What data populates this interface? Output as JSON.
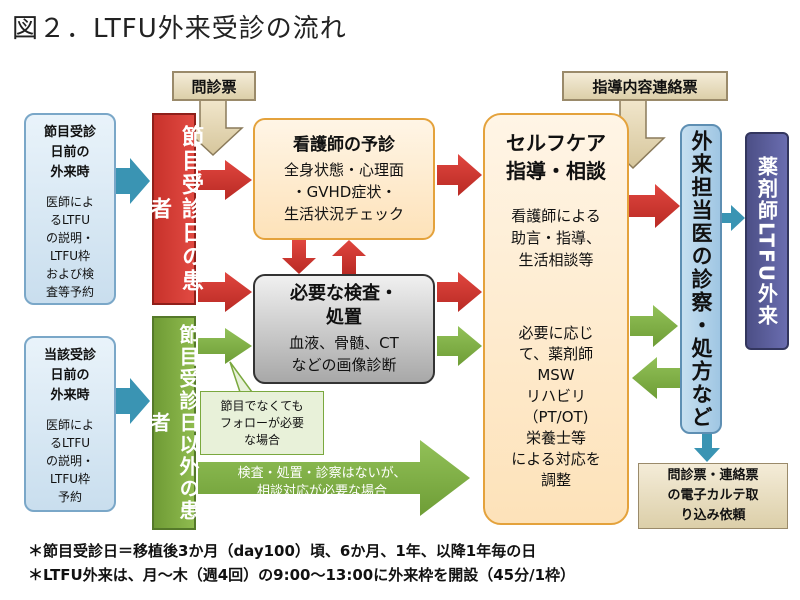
{
  "title": "図２．LTFU外来受診の流れ",
  "left_top": {
    "head": [
      "節目受診",
      "日前の",
      "外来時"
    ],
    "body": [
      "医師によ",
      "るLTFU",
      "の説明・",
      "LTFU枠",
      "および検",
      "査等予約"
    ]
  },
  "left_bottom": {
    "head": [
      "当該受診",
      "日前の",
      "外来時"
    ],
    "body": [
      "医師によ",
      "るLTFU",
      "の説明・",
      "LTFU枠",
      "予約"
    ]
  },
  "monshinhyo": "問診票",
  "shido_renraku": "指導内容連絡票",
  "red_patient": "節目受診日の患者",
  "green_patient": "節目受診日以外の患者",
  "nurse_box": {
    "title": "看護師の予診",
    "lines": [
      "全身状態・心理面",
      "・GVHD症状・",
      "生活状況チェック"
    ]
  },
  "exam_box": {
    "title": [
      "必要な検査・",
      "処置"
    ],
    "lines": [
      "血液、骨髄、CT",
      "などの画像診断"
    ]
  },
  "callout": [
    "節目でなくても",
    "フォローが必要",
    "な場合"
  ],
  "green_arrow_text": [
    "検査・処置・診察はないが、",
    "相談対応が必要な場合"
  ],
  "selfcare": {
    "title": [
      "セルフケア",
      "指導・相談"
    ],
    "lines1": [
      "看護師による",
      "助言・指導、",
      "生活相談等"
    ],
    "lines2": [
      "必要に応じ",
      "て、薬剤師",
      "MSW",
      "リハビリ",
      "（PT/OT)",
      "栄養士等",
      "による対応を",
      "調整"
    ]
  },
  "doctor": "外来担当医の診察・処方など",
  "pharm": "薬剤師LTFU外来",
  "ehr": [
    "問診票・連絡票",
    "の電子カルテ取",
    "り込み依頼"
  ],
  "notes": [
    "＊節目受診日＝移植後3か月（day100）頃、6か月、1年、以降1年毎の日",
    "＊LTFU外来は、月～木（週4回）の9:00～13:00に外来枠を開設（45分/1枠）"
  ],
  "colors": {
    "red": "#d33b33",
    "green": "#7aa83e",
    "teal": "#3a94b3",
    "ref": "#dccfa9",
    "peach": "#fde2b9"
  }
}
